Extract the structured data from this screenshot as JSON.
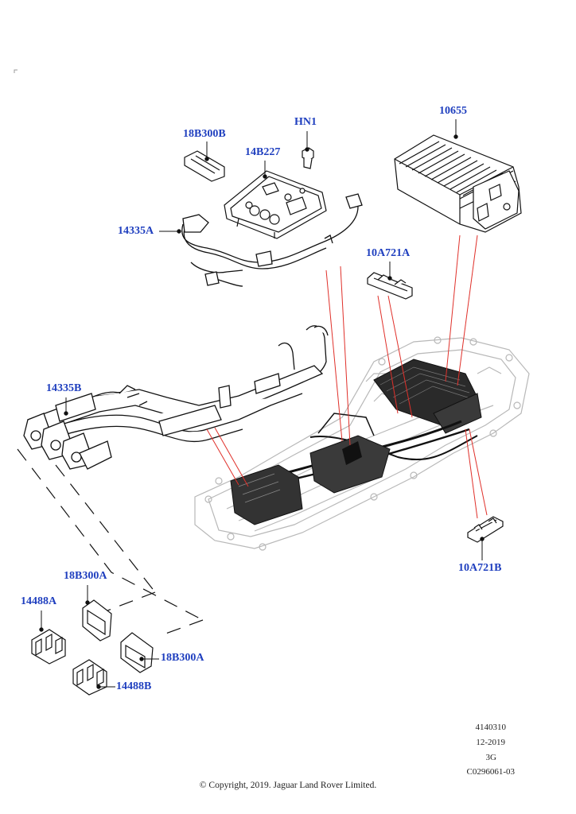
{
  "callouts": {
    "hn1": "HN1",
    "p10655": "10655",
    "p18b300b": "18B300B",
    "p14b227": "14B227",
    "p14335a": "14335A",
    "p10a721a": "10A721A",
    "p14335b": "14335B",
    "p10a721b": "10A721B",
    "p18b300a_top": "18B300A",
    "p14488a": "14488A",
    "p18b300a_right": "18B300A",
    "p14488b": "14488B"
  },
  "metadata": {
    "ref_number": "4140310",
    "date": "12-2019",
    "section": "3G",
    "code": "C0296061-03"
  },
  "copyright": "© Copyright, 2019. Jaguar Land Rover Limited.",
  "colors": {
    "callout": "#1f3fbf",
    "leader_red": "#e0302a",
    "line": "#111111",
    "ghost": "#b5b5b5"
  }
}
